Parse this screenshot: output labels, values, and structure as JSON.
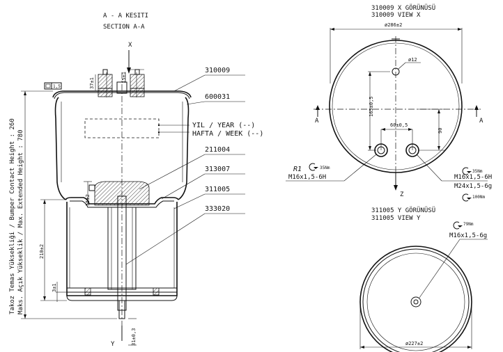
{
  "section": {
    "title_tr": "A - A KESITI",
    "title_en": "SECTION A-A",
    "axis_top": "X",
    "axis_bottom": "Y",
    "dim_15": "15±1",
    "dim_37": "37±1",
    "dim_55": "55±2",
    "dim_210": "210±2",
    "dim_3": "3±1",
    "dim_31": "31±0,3",
    "gdt_flatness": "1,5"
  },
  "vertical_note": {
    "line1": "Takoz Temas Yüksekliği / Bumper Contact Height : 260",
    "line2": "Maks. Açık Yükseklik / Max. Extended Height : 780"
  },
  "parts": {
    "p1": "310009",
    "p2": "600031",
    "p3": "211004",
    "p4": "313007",
    "p5": "311005",
    "p6": "333020"
  },
  "labels": {
    "year": "YIL / YEAR (--)",
    "week": "HAFTA / WEEK (--)"
  },
  "view_x": {
    "title_tr": "310009 X GÖRÜNÜSÜ",
    "title_en": "310009  VIEW X",
    "dia_outer": "ø286±2",
    "dia_hole": "ø12",
    "dim_165": "165±0,5",
    "dim_60": "60±0,5",
    "dim_90": "90",
    "section_a": "A",
    "axis_z": "Z",
    "r1": "R1",
    "torque_left": "35Nm",
    "thread_left": "M16x1,5-6H",
    "torque_right_1": "35Nm",
    "thread_right_1": "M16x1,5-6H",
    "thread_right_2": "M24x1,5-6g",
    "torque_right_2": "100Nm"
  },
  "view_y": {
    "title_tr": "311005 Y GÖRÜNÜSÜ",
    "title_en": "311005 VIEW Y",
    "torque": "79Nm",
    "thread": "M16x1,5-6g",
    "dia_outer": "ø227±2"
  }
}
